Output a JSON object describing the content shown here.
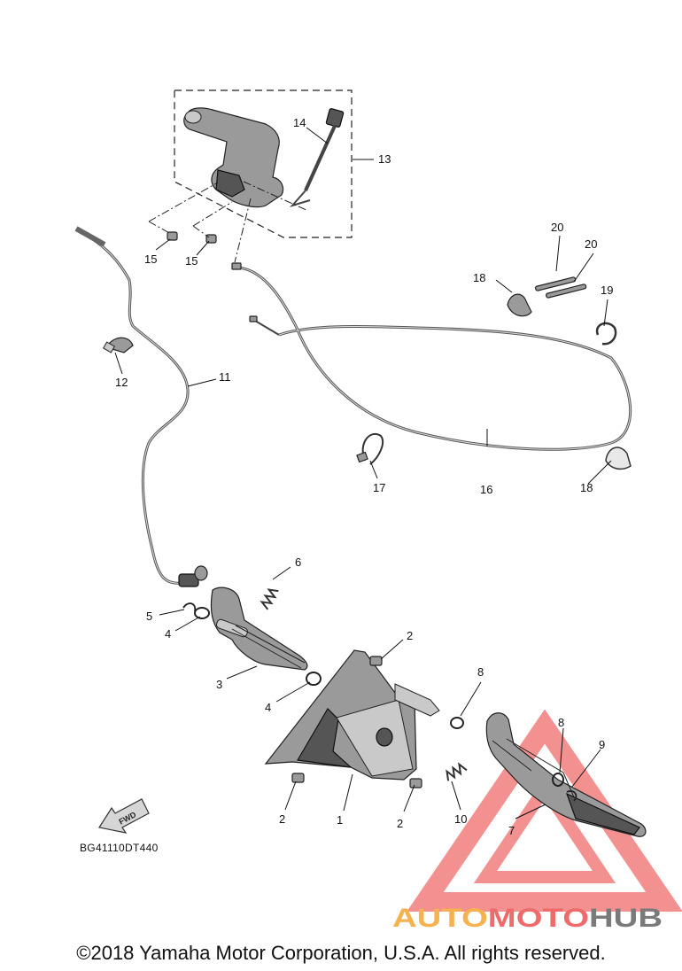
{
  "diagram": {
    "callouts": [
      {
        "id": "c1",
        "label": "1"
      },
      {
        "id": "c2a",
        "label": "2"
      },
      {
        "id": "c2b",
        "label": "2"
      },
      {
        "id": "c2c",
        "label": "2"
      },
      {
        "id": "c3",
        "label": "3"
      },
      {
        "id": "c4a",
        "label": "4"
      },
      {
        "id": "c4b",
        "label": "4"
      },
      {
        "id": "c5",
        "label": "5"
      },
      {
        "id": "c6",
        "label": "6"
      },
      {
        "id": "c7",
        "label": "7"
      },
      {
        "id": "c8a",
        "label": "8"
      },
      {
        "id": "c8b",
        "label": "8"
      },
      {
        "id": "c9",
        "label": "9"
      },
      {
        "id": "c10",
        "label": "10"
      },
      {
        "id": "c11",
        "label": "11"
      },
      {
        "id": "c12",
        "label": "12"
      },
      {
        "id": "c13",
        "label": "13"
      },
      {
        "id": "c14",
        "label": "14"
      },
      {
        "id": "c15a",
        "label": "15"
      },
      {
        "id": "c15b",
        "label": "15"
      },
      {
        "id": "c16",
        "label": "16"
      },
      {
        "id": "c17",
        "label": "17"
      },
      {
        "id": "c18a",
        "label": "18"
      },
      {
        "id": "c18b",
        "label": "18"
      },
      {
        "id": "c19",
        "label": "19"
      },
      {
        "id": "c20a",
        "label": "20"
      },
      {
        "id": "c20b",
        "label": "20"
      }
    ],
    "diagram_code": "BG41110DT440",
    "fwd_label": "FWD"
  },
  "watermark": {
    "part1": "AUTO",
    "part2": "MOTO",
    "part3": "HUB",
    "color_orange": "#f6b24e",
    "color_red": "#ef6b6b",
    "color_gray": "#7a7a7a"
  },
  "footer": {
    "copyright": "©2018 Yamaha Motor Corporation, U.S.A. All rights reserved."
  }
}
